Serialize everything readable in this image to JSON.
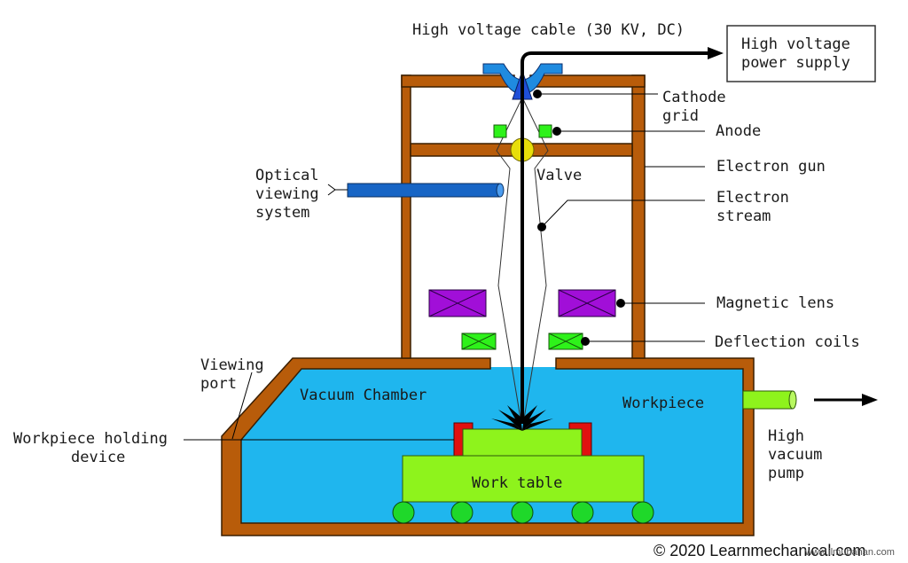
{
  "labels": {
    "cable": "High voltage cable (30 KV, DC)",
    "power_supply_line1": "High voltage",
    "power_supply_line2": "power supply",
    "cathode_line1": "Cathode",
    "cathode_line2": "grid",
    "anode": "Anode",
    "electron_gun": "Electron gun",
    "optical_line1": "Optical",
    "optical_line2": "viewing",
    "optical_line3": "system",
    "valve": "Valve",
    "stream_line1": "Electron",
    "stream_line2": "stream",
    "magnetic_lens": "Magnetic lens",
    "deflection_coils": "Deflection coils",
    "viewing_port_line1": "Viewing",
    "viewing_port_line2": "port",
    "vacuum_chamber": "Vacuum Chamber",
    "workpiece": "Workpiece",
    "holding_line1": "Workpiece holding",
    "holding_line2": "device",
    "pump_line1": "High",
    "pump_line2": "vacuum",
    "pump_line3": "pump",
    "work_table": "Work table"
  },
  "copyright": "© 2020 Learnmechanical.com",
  "watermark": "www.ilmubahan.com",
  "colors": {
    "housing": "#b85c0a",
    "vacuum": "#1fb6ee",
    "workpiece": "#8ef31c",
    "coil_purple": "#a10fd8",
    "coil_green": "#2ef21a",
    "optical_tube": "#1765c5",
    "cathode": "#1f4fd8",
    "valve": "#e8de0a",
    "holder": "#e01010",
    "wheel": "#1fd82a"
  }
}
